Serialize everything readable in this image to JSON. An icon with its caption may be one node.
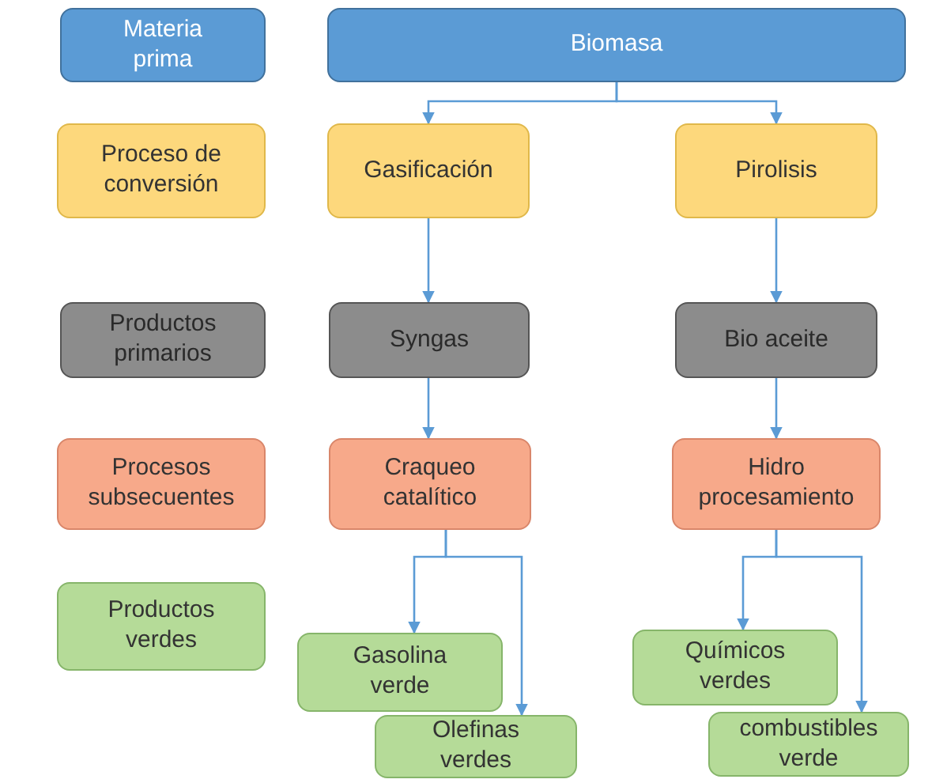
{
  "diagram": {
    "nodes": [
      {
        "text": [
          "Materia prima"
        ]
      },
      {
        "text": [
          "Biomasa"
        ]
      },
      {
        "text": [
          "Proceso de conversión"
        ]
      },
      {
        "text": [
          "Gasificación"
        ]
      },
      {
        "text": [
          "Pirolisis"
        ]
      },
      {
        "text": [
          "Productos primarios"
        ]
      },
      {
        "text": [
          "Syngas"
        ]
      },
      {
        "text": [
          "Bio aceite"
        ]
      },
      {
        "text": [
          "Procesos subsecuentes"
        ]
      },
      {
        "text": [
          "Craqueo catalítico"
        ]
      },
      {
        "text": [
          "Hidro procesamiento"
        ]
      },
      {
        "text": [
          "Productos verdes"
        ]
      },
      {
        "text": [
          "Gasolina verde"
        ]
      },
      {
        "text": [
          "Olefinas verdes"
        ]
      },
      {
        "text": [
          "Químicos verdes"
        ]
      },
      {
        "text": [
          "combustibles verde"
        ]
      }
    ],
    "edges": [
      {
        "from": 1,
        "to": 3,
        "arrow": "to"
      },
      {
        "from": 1,
        "to": 4,
        "arrow": "to"
      },
      {
        "from": 3,
        "to": 6,
        "arrow": "to"
      },
      {
        "from": 4,
        "to": 7,
        "arrow": "to"
      },
      {
        "from": 6,
        "to": 9,
        "arrow": "to"
      },
      {
        "from": 7,
        "to": 10,
        "arrow": "to"
      },
      {
        "from": 9,
        "to": 12,
        "arrow": "to"
      },
      {
        "from": 9,
        "to": 13,
        "arrow": "to"
      },
      {
        "from": 10,
        "to": 14,
        "arrow": "to"
      },
      {
        "from": 10,
        "to": 15,
        "arrow": "to"
      }
    ]
  }
}
